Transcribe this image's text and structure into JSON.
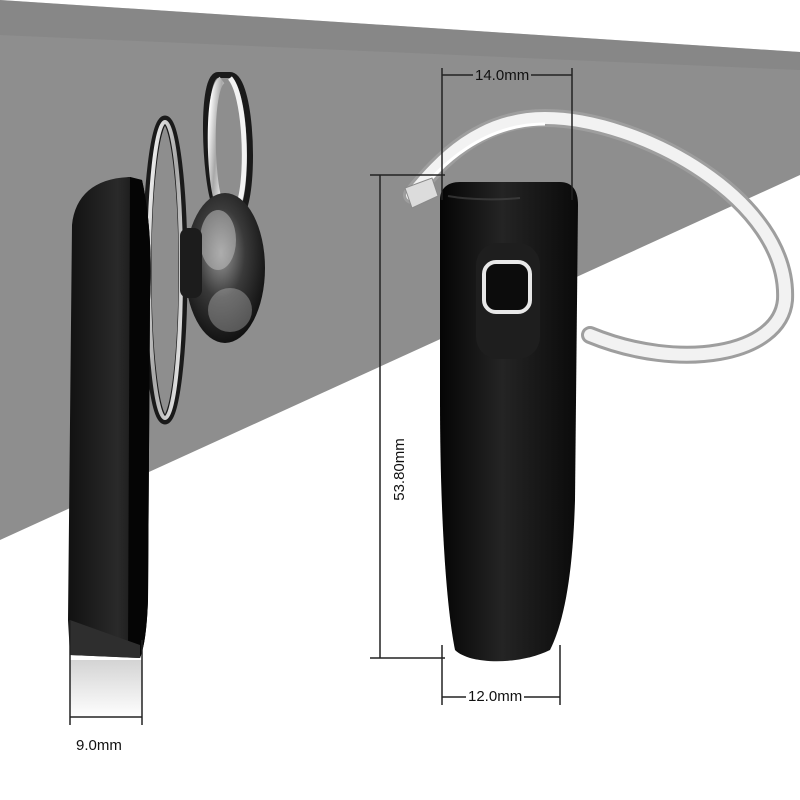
{
  "product": {
    "views": [
      "side-view",
      "front-view"
    ]
  },
  "dimensions": {
    "width_top": "14.0mm",
    "height": "53.80mm",
    "width_bottom": "12.0mm",
    "depth": "9.0mm"
  },
  "colors": {
    "background_band": "#8e8e8e",
    "body": "#121212",
    "ear_hook": "#d9d9d9",
    "button_ring": "#e8e8e8",
    "dimension_line": "#222222"
  }
}
